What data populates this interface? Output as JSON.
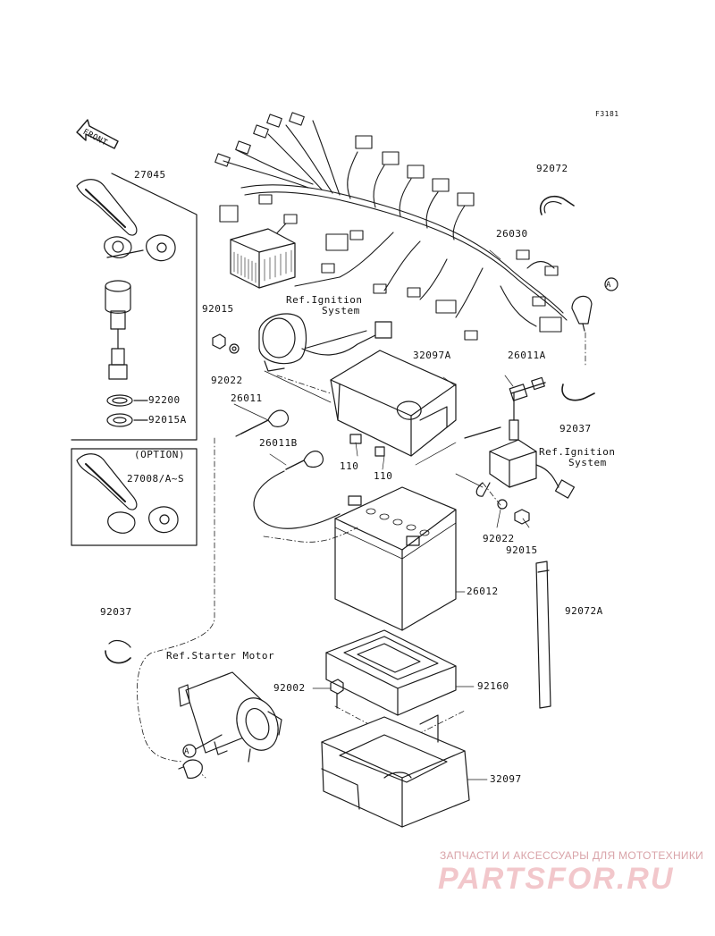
{
  "page_code": "F3181",
  "front_arrow": "FRONT",
  "option_label": "(OPTION)",
  "circle_marker": "A",
  "references": {
    "ignition_top": [
      "Ref.Ignition",
      "System"
    ],
    "ignition_right": [
      "Ref.Ignition",
      "System"
    ],
    "starter_motor": "Ref.Starter Motor"
  },
  "parts": {
    "p27045": "27045",
    "p92072": "92072",
    "p26030": "26030",
    "p92015_a": "92015",
    "p32097A": "32097A",
    "p26011A": "26011A",
    "p92022_a": "92022",
    "p26011": "26011",
    "p92200": "92200",
    "p92015A": "92015A",
    "p92037_a": "92037",
    "p26011B": "26011B",
    "p27008": "27008/A~S",
    "p110_a": "110",
    "p110_b": "110",
    "p92022_b": "92022",
    "p92015_b": "92015",
    "p26012": "26012",
    "p92072A": "92072A",
    "p92037_b": "92037",
    "p92002": "92002",
    "p92160": "92160",
    "p32097": "32097"
  },
  "watermark": {
    "caption": "ЗАПЧАСТИ И АКСЕССУАРЫ ДЛЯ МОТОТЕХНИКИ",
    "brand": "PARTSFOR.RU"
  }
}
